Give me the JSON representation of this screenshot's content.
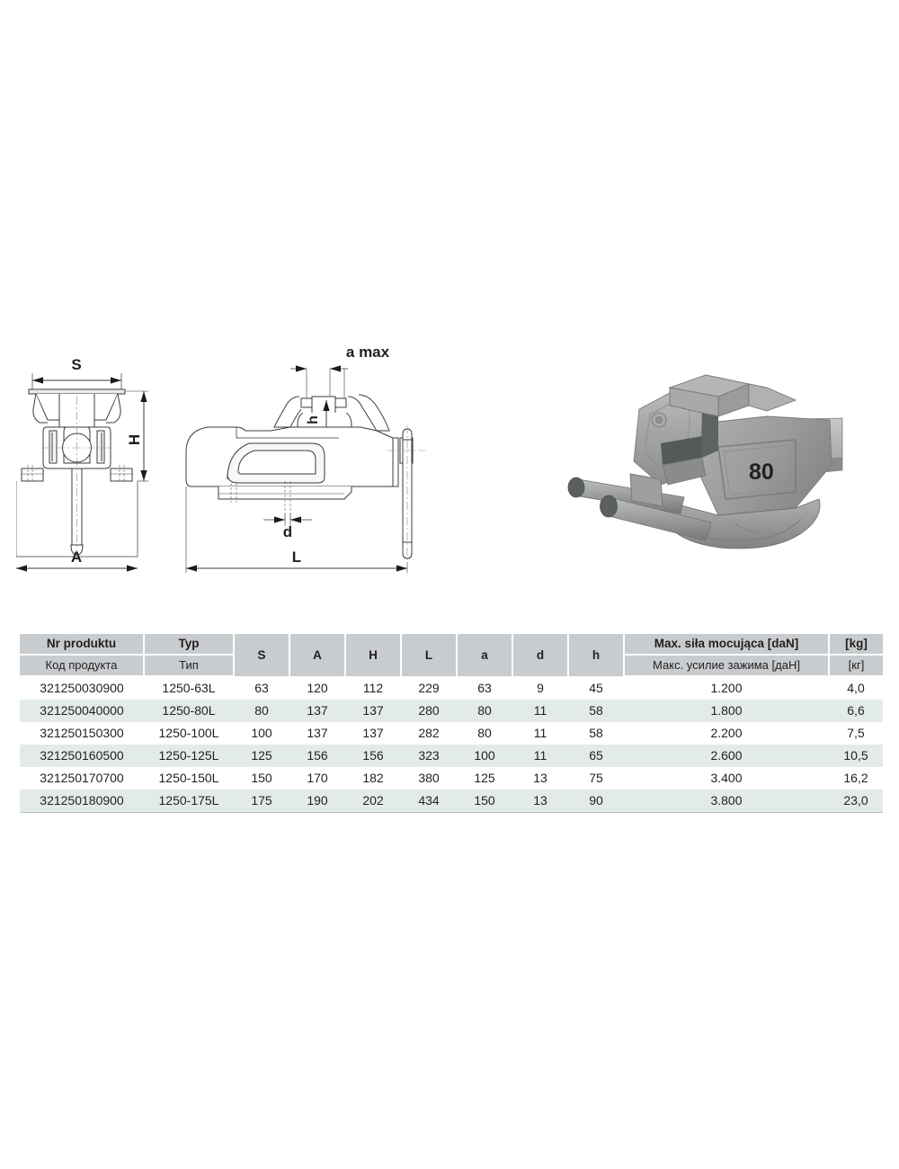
{
  "drawings": {
    "front_view": {
      "name": "front-view-drawing",
      "labels": {
        "width": "S",
        "height": "H",
        "base": "A"
      }
    },
    "side_view": {
      "name": "side-view-drawing",
      "labels": {
        "opening": "a max",
        "jaw_height": "h",
        "hole": "d",
        "length": "L"
      }
    },
    "photo": {
      "name": "bench-vise-photo",
      "body_marking": "80"
    }
  },
  "table": {
    "header_top": [
      "Nr produktu",
      "Typ",
      "S",
      "A",
      "H",
      "L",
      "a",
      "d",
      "h",
      "Max. siła mocująca [daN]",
      "[kg]"
    ],
    "header_bottom": [
      "Kod продукта",
      "Тип",
      "Макс. усилие зажима [даН]",
      "[кг]"
    ],
    "header_bottom_code": "Код продукта",
    "header_bottom_type": "Тип",
    "header_bottom_force": "Макс. усилие зажима [даН]",
    "header_bottom_kg": "[кг]",
    "rows": [
      {
        "code": "321250030900",
        "type": "1250-63L",
        "S": "63",
        "A": "120",
        "H": "112",
        "L": "229",
        "a": "63",
        "d": "9",
        "h": "45",
        "force": "1.200",
        "kg": "4,0"
      },
      {
        "code": "321250040000",
        "type": "1250-80L",
        "S": "80",
        "A": "137",
        "H": "137",
        "L": "280",
        "a": "80",
        "d": "11",
        "h": "58",
        "force": "1.800",
        "kg": "6,6"
      },
      {
        "code": "321250150300",
        "type": "1250-100L",
        "S": "100",
        "A": "137",
        "H": "137",
        "L": "282",
        "a": "80",
        "d": "11",
        "h": "58",
        "force": "2.200",
        "kg": "7,5"
      },
      {
        "code": "321250160500",
        "type": "1250-125L",
        "S": "125",
        "A": "156",
        "H": "156",
        "L": "323",
        "a": "100",
        "d": "11",
        "h": "65",
        "force": "2.600",
        "kg": "10,5"
      },
      {
        "code": "321250170700",
        "type": "1250-150L",
        "S": "150",
        "A": "170",
        "H": "182",
        "L": "380",
        "a": "125",
        "d": "13",
        "h": "75",
        "force": "3.400",
        "kg": "16,2"
      },
      {
        "code": "321250180900",
        "type": "1250-175L",
        "S": "175",
        "A": "190",
        "H": "202",
        "L": "434",
        "a": "150",
        "d": "13",
        "h": "90",
        "force": "3.800",
        "kg": "23,0"
      }
    ]
  },
  "colors": {
    "header_bg": "#c9ccce",
    "row_even_bg": "#e3eaea",
    "row_odd_bg": "#ffffff",
    "text": "#231f20",
    "line": "#3b3b3b"
  }
}
